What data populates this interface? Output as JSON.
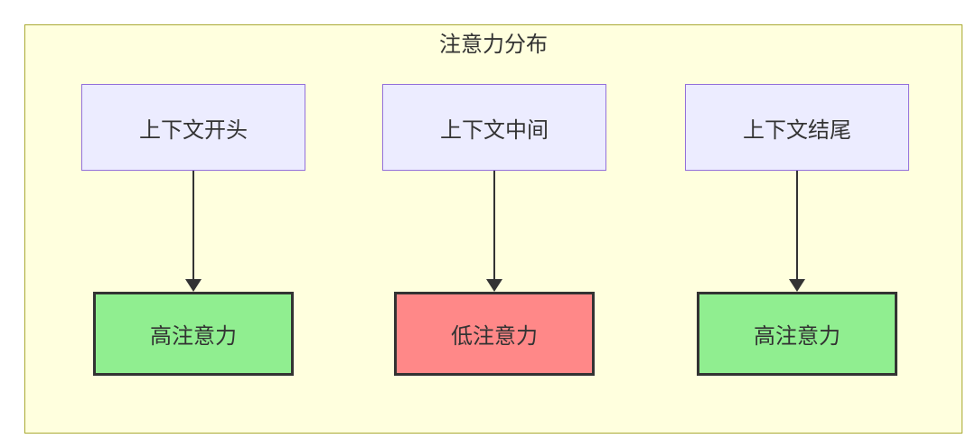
{
  "diagram": {
    "title": "注意力分布",
    "columns": [
      {
        "source": "上下文开头",
        "target": "高注意力",
        "level": "high"
      },
      {
        "source": "上下文中间",
        "target": "低注意力",
        "level": "low"
      },
      {
        "source": "上下文结尾",
        "target": "高注意力",
        "level": "high"
      }
    ],
    "colors": {
      "container_fill": "#ffffde",
      "container_stroke": "#aaaa33",
      "source_fill": "#ececff",
      "source_stroke": "#9370db",
      "high_fill": "#90ee90",
      "low_fill": "#ff8888",
      "target_stroke": "#333333",
      "text": "#333333",
      "arrow": "#333333"
    }
  }
}
